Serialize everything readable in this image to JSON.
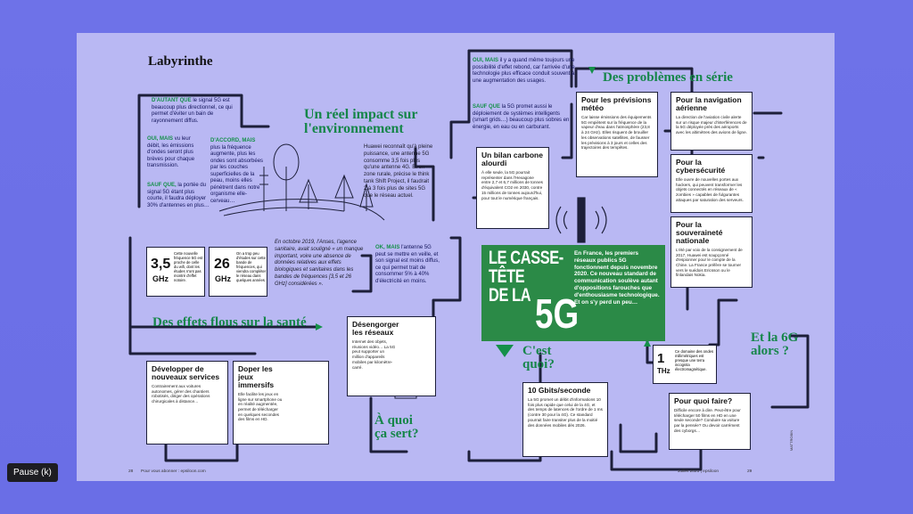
{
  "magazine": {
    "section": "Labyrinthe",
    "footer_left_page": "28",
    "footer_left_text": "Pour vous abonner : epsiloon.com",
    "footer_right_text": "Juillet 2021 | epsiloon",
    "footer_right_page": "29",
    "credit": "MATTROBIN"
  },
  "banner": {
    "title_line1": "LE CASSE-",
    "title_line2": "TÊTE",
    "title_line3": "DE LA",
    "title_5g": "5G",
    "text": "En France, les premiers réseaux publics 5G fonctionnent depuis novembre 2020. Ce nouveau standard de communication soulève autant d'oppositions farouches que d'enthousiasme technologique. Et on s'y perd un peu…"
  },
  "headings": {
    "impact": "Un réel impact sur l'environnement",
    "sante": "Des effets flous sur la santé",
    "problemes": "Des problèmes en série",
    "cest_quoi": "C'est quoi?",
    "a_quoi": "À quoi ça sert?",
    "six_g": "Et la 6G alors ?"
  },
  "questions": {
    "dautant": {
      "lead": "D'AUTANT QUE",
      "text": "le signal 5G est beaucoup plus directionnel, ce qui permet d'éviter un bain de rayonnement diffus."
    },
    "oui_mais_debit": {
      "lead": "OUI, MAIS",
      "text": "vu leur débit, les émissions d'ondes seront plus brèves pour chaque transmission."
    },
    "sauf_que_portee": {
      "lead": "SAUF QUE,",
      "text": "la portée du signal 5G étant plus courte, il faudra déployer 30% d'antennes en plus…"
    },
    "daccord": {
      "lead": "D'ACCORD, MAIS",
      "text": "plus la fréquence augmente, plus les ondes sont absorbées par les couches superficielles de la peau, moins elles pénètrent dans notre organisme elle-cerveau…"
    },
    "oui_mais_rebond": {
      "lead": "OUI, MAIS",
      "text": "il y a quand même toujours une possibilité d'effet rebond, car l'arrivée d'une technologie plus efficace conduit souvent à une augmentation des usages."
    },
    "sauf_que_intelligents": {
      "lead": "SAUF QUE",
      "text": "la 5G promet aussi le déploiement de systèmes intelligents (smart grids…) beaucoup plus sobres en énergie, en eau ou en carburant."
    },
    "ok_mais": {
      "lead": "OK, MAIS",
      "text": "l'antenne 5G peut se mettre en veille, et son signal est moins diffus, ce qui permet trait de consommer 5% à 40% d'électricité en moins."
    }
  },
  "huawei_text": "Huawei reconnaît qu'à pleine puissance, une antenne 5G consomme 3,5 fois plus qu'une antenne 4G. Et en zone rurale, précise le think tank Shift Project, il faudrait 2 à 3 fois plus de sites 5G que le réseau actuel.",
  "anses_text": "En octobre 2019, l'Anses, l'agence sanitaire, avait souligné « un manque important, voire une absence de données relatives aux effets biologiques et sanitaires dans les bandes de fréquences [3,5 et 26 GHz] considérées ».",
  "freq": {
    "f35_num": "3,5",
    "f35_unit": "GHz",
    "f35_text": "Cette nouvelle fréquence 5G est proche de celle du wifi, dont les études n'ont pas montré d'effet notoire.",
    "f26_num": "26",
    "f26_unit": "GHz",
    "f26_text": "On a trop peu d'études sur cette bande de fréquences, qui viendra compléter le réseau dans quelques années."
  },
  "boxes": {
    "carbone": {
      "title": "Un bilan carbone alourdi",
      "text": "À elle seule, la 5G pourrait représenter dans l'Hexagone entre 2,7 et 6,7 millions de tonnes d'équivalent CO2 en 2030, contre 15 millions de tonnes aujourd'hui, pour tout le numérique français."
    },
    "meteo": {
      "title": "Pour les prévisions météo",
      "text": "Car laisse émissions des équipements 5G empiètent sur la fréquence de la vapeur d'eau dans l'atmosphère (23,8 à 24 GHz). Elles risquent de brouiller les observations satellites, de fausser les prévisions à 3 jours et celles des trajectoires des tempêtes."
    },
    "navigation": {
      "title": "Pour la navigation aérienne",
      "text": "La direction de l'aviation civile alerte sur un risque majeur d'interférences de la 5G déployée près des aéroports avec les altimètres des avions de ligne."
    },
    "cyber": {
      "title": "Pour la cybersécurité",
      "text": "Elle ouvre de nouvelles portes aux hackers, qui peuvent transformer les objets connectés en réseaux de « zombies » capables de fulgurantes attaques par saturation des serveurs."
    },
    "souverainete": {
      "title": "Pour la souveraineté nationale",
      "text": "L'été par voix de la consignement de 2017, Huawei est soupçonné d'espionner pour le compte de la Chine. La France préfère se tourner vers le suédois Ericsson ou le finlandais Nokia."
    },
    "debit": {
      "title": "10 Gbits/seconde",
      "text": "La 5G promet un débit d'informations 10 fois plus rapide que celui de la 4G, et des temps de latences de l'ordre de 1 ms (contre 30 pour la 4G). Ce standard pourrait faire transiter plus de la moitié des données mobiles dès 2026."
    },
    "reseaux": {
      "title": "Désengorger les réseaux",
      "text": "Internet des objets, réunions vidéo… La 5G peut supporter un million d'appareils mobiles par kilomètre-carré."
    },
    "services": {
      "title": "Développer de nouveaux services",
      "text": "Contrairement aux voitures autonomes, gérer des chantiers robotisés, diriger des opérations chirurgicales à distance…"
    },
    "jeux": {
      "title": "Doper les jeux immersifs",
      "text": "Elle facilite les jeux en ligne sur smartphone ou en réalité augmentée, permet de télécharger en quelques secondes des films en HD."
    },
    "pourquoi": {
      "title": "Pour quoi faire?",
      "text": "Difficile encore à dire. Peut-être pour télécharger 50 films en HD en une seule seconde? Conduire sa voiture par la pensée? Ou devoir carrément des cyborgs…"
    }
  },
  "thz": {
    "num": "1",
    "unit": "THz",
    "text": "Ce domaine des ondes millimétriques est presque une terra incognita électromagnétique."
  },
  "player": {
    "pause_label": "Pause (k)"
  },
  "colors": {
    "page": "#b9b8f3",
    "green": "#2b8a47",
    "frame": "#6e72e8",
    "path": "#1d1f3a"
  }
}
